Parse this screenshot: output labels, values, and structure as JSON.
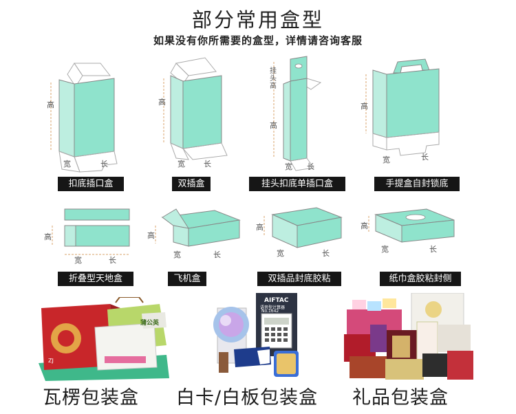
{
  "header": {
    "title": "部分常用盒型",
    "subtitle": "如果没有你所需要的盒型，详情请咨询客服"
  },
  "dims": {
    "height": "高",
    "width": "宽",
    "length": "长",
    "hang": "挂头高"
  },
  "boxes": [
    {
      "label": "扣底插口盒"
    },
    {
      "label": "双插盒"
    },
    {
      "label": "挂头扣底单插口盒"
    },
    {
      "label": "手提盒自封锁底"
    },
    {
      "label": "折叠型天地盒"
    },
    {
      "label": "飞机盒"
    },
    {
      "label": "双插品封底胶粘"
    },
    {
      "label": "纸巾盒胶粘封侧"
    }
  ],
  "photos": {
    "p1": {
      "label": "瓦楞包装盒",
      "text_a": "蒲公英",
      "text_b": "ZJ"
    },
    "p2": {
      "label": "白卡/白板包装盒",
      "text_a": "AIFTAC",
      "text_b": "语音型计算器",
      "text_c": "No.1642"
    },
    "p3": {
      "label": "礼品包装盒"
    }
  },
  "colors": {
    "mint": "#8fe3cc",
    "mint_dark": "#6fcfb4",
    "outline": "#9a9a9a"
  }
}
